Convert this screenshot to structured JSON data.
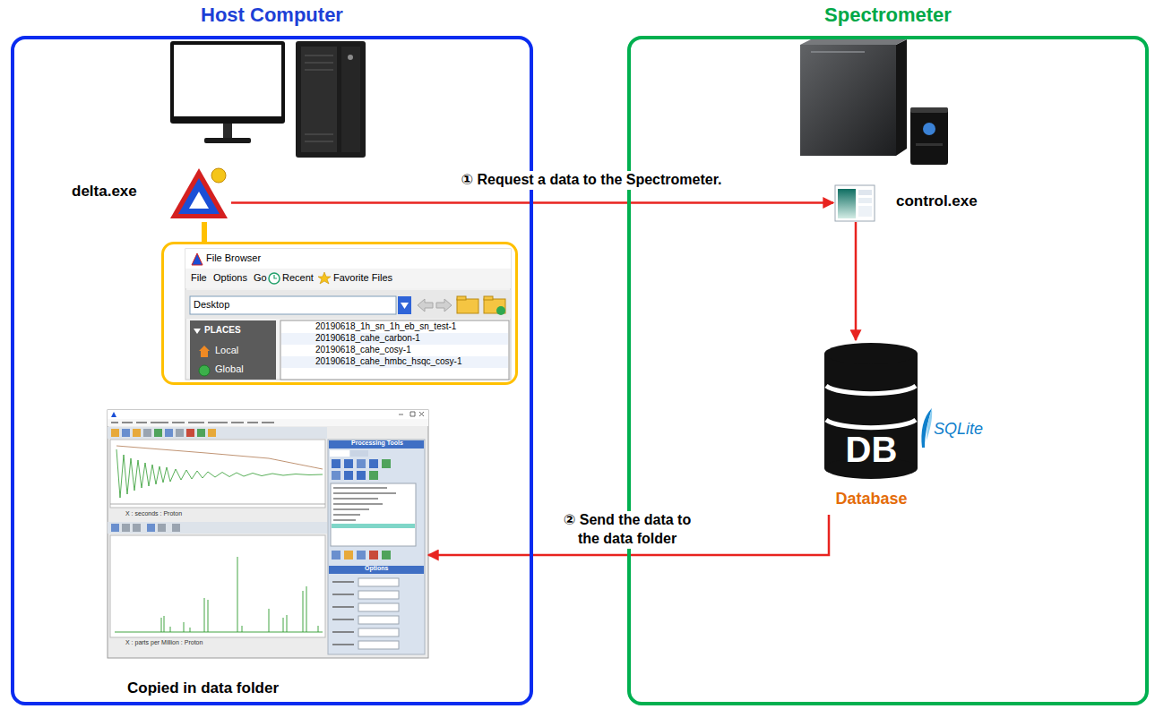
{
  "diagram": {
    "nodes": [
      {
        "text": [
          "Host Computer"
        ]
      },
      {
        "text": [
          "Spectrometer"
        ]
      },
      {
        "text": [
          "delta.exe"
        ],
        "in": 0
      },
      {
        "text": [
          "File Browser"
        ],
        "in": 0
      },
      {
        "text": [
          "Copied in data folder"
        ],
        "in": 0
      },
      {
        "text": [
          "control.exe"
        ],
        "in": 1
      },
      {
        "text": [
          "DB",
          "Database"
        ],
        "in": 1
      }
    ],
    "edges": [
      {
        "from": 2,
        "to": 5,
        "arrow": "to",
        "label": "① Request a data to the Spectrometer."
      },
      {
        "from": 5,
        "to": 6,
        "arrow": "to"
      },
      {
        "from": 6,
        "to": 4,
        "arrow": "to",
        "label": "② Send the data to the data folder"
      },
      {
        "from": 2,
        "to": 3,
        "arrow": "none"
      }
    ],
    "labels": [
      "File",
      "Options",
      "Go",
      "Recent",
      "Favorite Files",
      "Desktop",
      "PLACES",
      "Local",
      "Global",
      "20190618_1h_sn_1h_eb_sn_test-1",
      "20190618_cahe_carbon-1",
      "20190618_cahe_cosy-1",
      "20190618_cahe_hmbc_hsqc_cosy-1",
      "SQLite",
      "Processing Tools",
      "X : seconds : Proton",
      "Options",
      "X : parts per Million : Proton"
    ]
  }
}
